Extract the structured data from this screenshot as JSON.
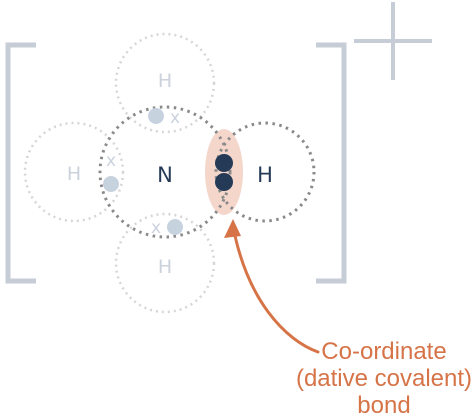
{
  "colors": {
    "faded": "#d6d6d6",
    "faded_text": "#cbd2dc",
    "faded_electron": "#c7d2df",
    "nitrogen_ring": "#8a8a8a",
    "dark_text": "#253a57",
    "dark_electron": "#253a57",
    "highlight_fill": "#f4d6cb",
    "accent": "#d67448",
    "bracket": "#c6cdd6"
  },
  "atoms": {
    "n": "N",
    "h_right": "H",
    "h_top": "H",
    "h_left": "H",
    "h_bottom": "H"
  },
  "electron_marks": {
    "top": "x",
    "left": "x",
    "bottom": "x"
  },
  "charge": {
    "symbol": "+"
  },
  "annotation": {
    "lines": [
      "Co-ordinate",
      "(dative covalent)",
      "bond"
    ]
  }
}
